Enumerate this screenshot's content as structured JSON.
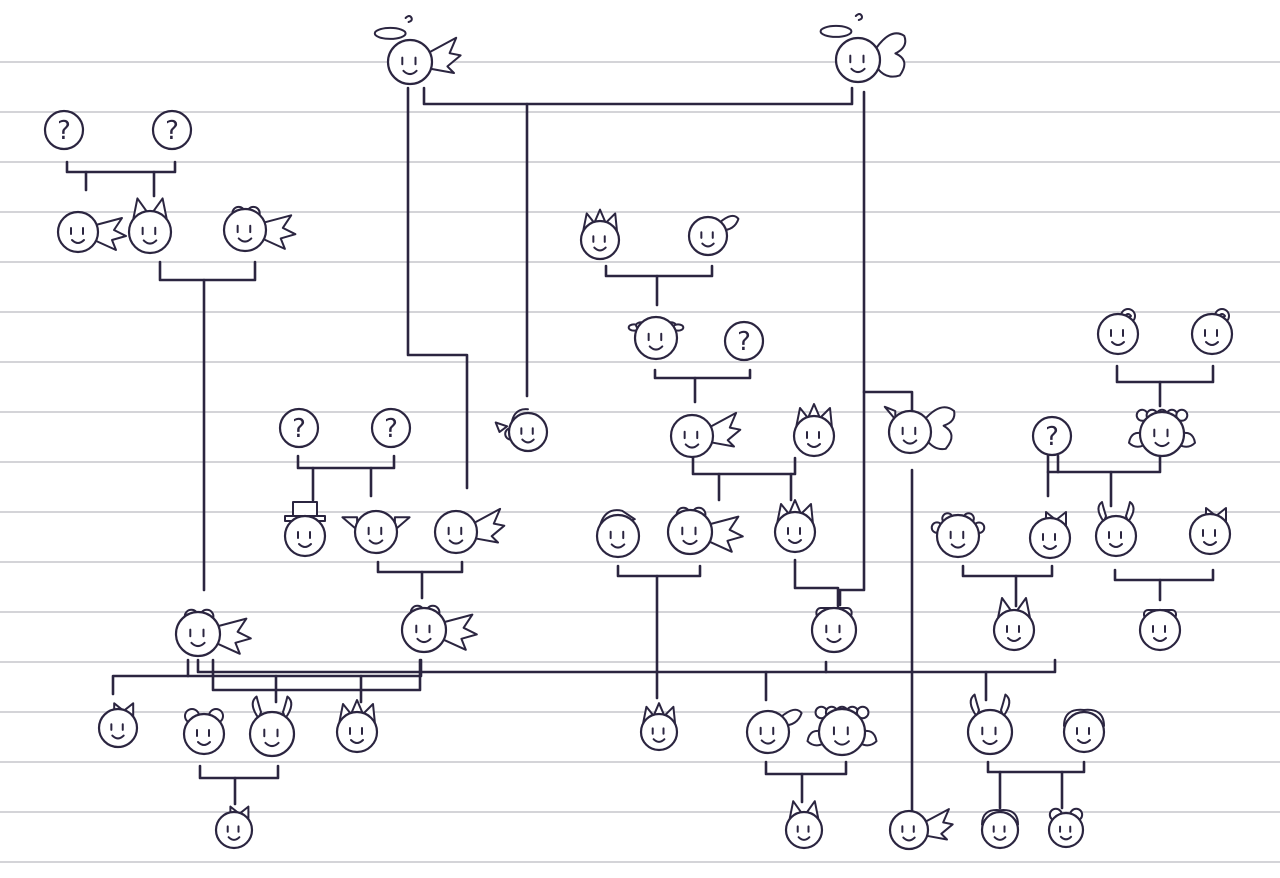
{
  "unknown_glyph": "?",
  "colors": {
    "ink": "#2b2540",
    "paper": "#ffffff",
    "rules": "#d4d4d8"
  },
  "nodes": [
    {
      "id": "ghost-left",
      "kind": "face",
      "acc": "halo-wings"
    },
    {
      "id": "ghost-right",
      "kind": "face",
      "acc": "halo-butterfly"
    },
    {
      "id": "unknown-a",
      "kind": "unknown"
    },
    {
      "id": "unknown-b",
      "kind": "unknown"
    },
    {
      "id": "cat-spiky",
      "kind": "face",
      "acc": "bat-wings"
    },
    {
      "id": "cat-eared",
      "kind": "face",
      "acc": "cat-ears"
    },
    {
      "id": "goggle-bat",
      "kind": "face",
      "acc": "goggles-wings"
    },
    {
      "id": "leaf-boy",
      "kind": "face",
      "acc": "spikes"
    },
    {
      "id": "star-girl",
      "kind": "face",
      "acc": "star-leaf"
    },
    {
      "id": "wreath-face",
      "kind": "face",
      "acc": "wreath"
    },
    {
      "id": "unknown-c",
      "kind": "unknown"
    },
    {
      "id": "rose-a",
      "kind": "face",
      "acc": "rose"
    },
    {
      "id": "rose-b",
      "kind": "face",
      "acc": "rose"
    },
    {
      "id": "headphones",
      "kind": "face",
      "acc": "headphones"
    },
    {
      "id": "mid-cheer",
      "kind": "face",
      "acc": "wings"
    },
    {
      "id": "mid-spiky",
      "kind": "face",
      "acc": "spikes"
    },
    {
      "id": "robot-moth",
      "kind": "face",
      "acc": "moth-wings"
    },
    {
      "id": "unknown-d",
      "kind": "unknown"
    },
    {
      "id": "flower-crown",
      "kind": "face",
      "acc": "flowers"
    },
    {
      "id": "unknown-e",
      "kind": "unknown"
    },
    {
      "id": "unknown-f",
      "kind": "unknown"
    },
    {
      "id": "top-hat",
      "kind": "face",
      "acc": "hat"
    },
    {
      "id": "elf-left",
      "kind": "face",
      "acc": "pointy-ears"
    },
    {
      "id": "elf-wing",
      "kind": "face",
      "acc": "wings"
    },
    {
      "id": "cap-kid",
      "kind": "face",
      "acc": "cap"
    },
    {
      "id": "goggle-wing",
      "kind": "face",
      "acc": "goggles-wings"
    },
    {
      "id": "spike-star",
      "kind": "face",
      "acc": "spikes"
    },
    {
      "id": "curly-girl",
      "kind": "face",
      "acc": "curls"
    },
    {
      "id": "swirl-face",
      "kind": "face",
      "acc": "bow"
    },
    {
      "id": "ram-horn",
      "kind": "face",
      "acc": "horns"
    },
    {
      "id": "bow-face",
      "kind": "face",
      "acc": "bow"
    },
    {
      "id": "visor-bat",
      "kind": "face",
      "acc": "goggles-wings"
    },
    {
      "id": "goggle-horn",
      "kind": "face",
      "acc": "goggles-wings"
    },
    {
      "id": "robot-visor",
      "kind": "face",
      "acc": "visor"
    },
    {
      "id": "cat-smile",
      "kind": "face",
      "acc": "cat-ears"
    },
    {
      "id": "visor-kid",
      "kind": "face",
      "acc": "visor"
    },
    {
      "id": "shade-left",
      "kind": "face",
      "acc": "bow"
    },
    {
      "id": "bun-face",
      "kind": "face",
      "acc": "bun"
    },
    {
      "id": "horn-wing",
      "kind": "face",
      "acc": "horns"
    },
    {
      "id": "leafy",
      "kind": "face",
      "acc": "spikes"
    },
    {
      "id": "spiky-kid",
      "kind": "face",
      "acc": "spikes"
    },
    {
      "id": "star-brow",
      "kind": "face",
      "acc": "star-leaf"
    },
    {
      "id": "crown-curl",
      "kind": "face",
      "acc": "flowers"
    },
    {
      "id": "unicorn",
      "kind": "face",
      "acc": "horns"
    },
    {
      "id": "bandana",
      "kind": "face",
      "acc": "bandana"
    },
    {
      "id": "bow-tiny",
      "kind": "face",
      "acc": "bow"
    },
    {
      "id": "smudge-cat",
      "kind": "face",
      "acc": "cat-ears"
    },
    {
      "id": "pale-wing",
      "kind": "face",
      "acc": "wings"
    },
    {
      "id": "head-wrap",
      "kind": "face",
      "acc": "bandana"
    },
    {
      "id": "little-bun",
      "kind": "face",
      "acc": "bun"
    }
  ]
}
